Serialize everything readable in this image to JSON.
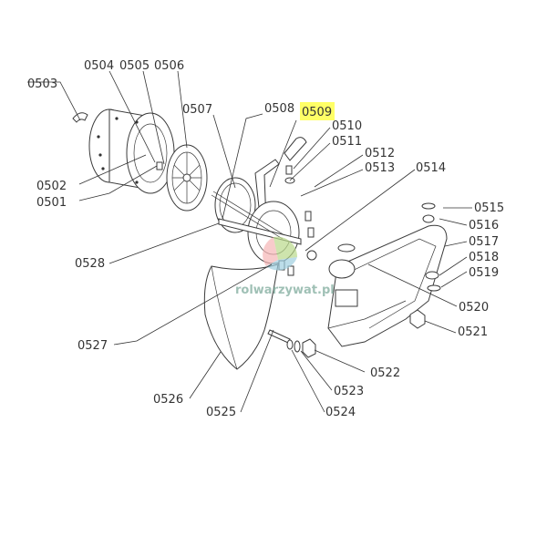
{
  "diagram": {
    "highlight_color": "#ffff66",
    "highlighted_label": "0509",
    "labels": [
      "0501",
      "0502",
      "0503",
      "0504",
      "0505",
      "0506",
      "0507",
      "0508",
      "0509",
      "0510",
      "0511",
      "0512",
      "0513",
      "0514",
      "0515",
      "0516",
      "0517",
      "0518",
      "0519",
      "0520",
      "0521",
      "0522",
      "0523",
      "0524",
      "0525",
      "0526",
      "0527",
      "0528"
    ],
    "watermark": "rolwarzywat.pl"
  }
}
